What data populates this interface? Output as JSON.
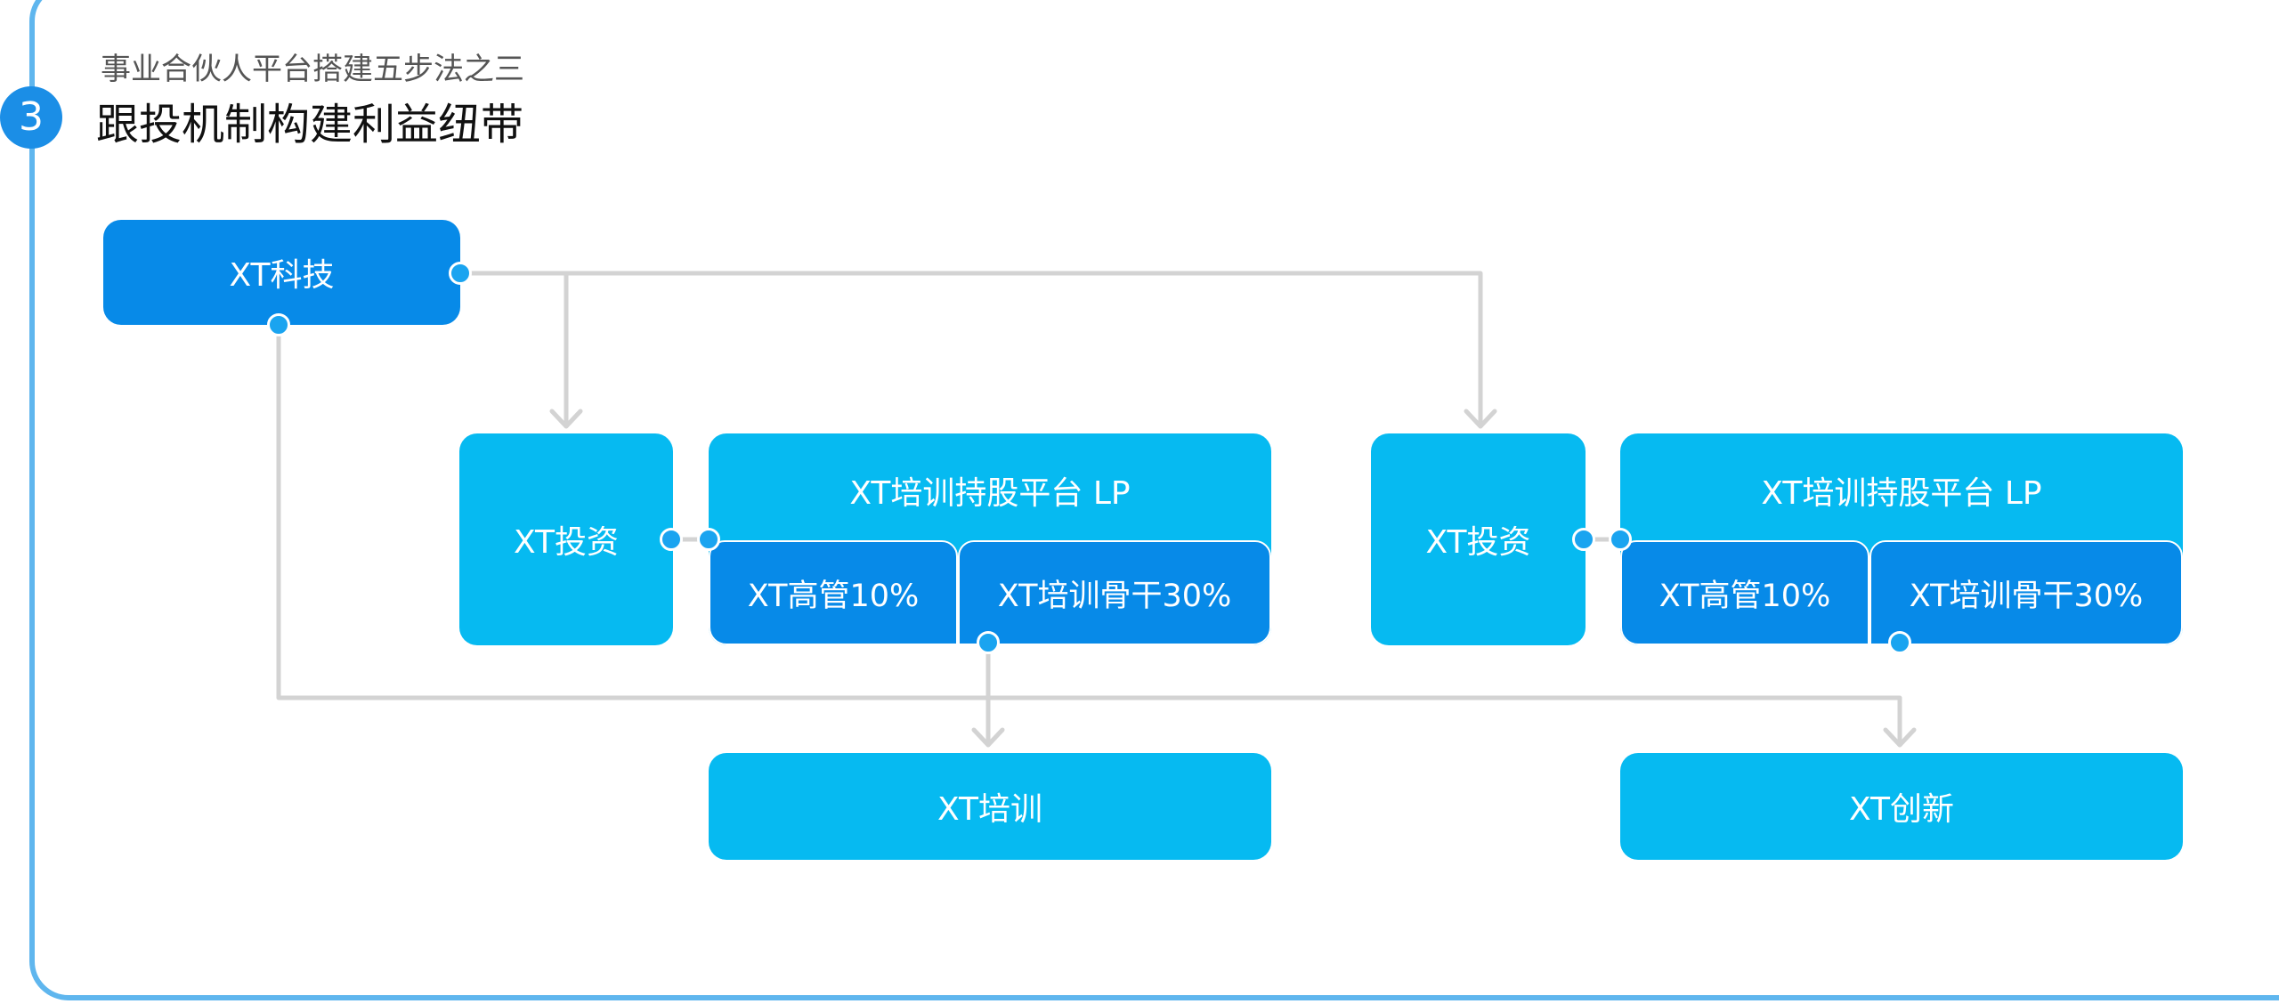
{
  "header": {
    "step_number": "3",
    "subtitle": "事业合伙人平台搭建五步法之三",
    "title": "跟投机制构建利益纽带"
  },
  "nodes": {
    "root": "XT科技",
    "invest_left": "XT投资",
    "invest_right": "XT投资",
    "platform_left": {
      "title": "XT培训持股平台 LP",
      "exec": "XT高管10%",
      "backbone": "XT培训骨干30%"
    },
    "platform_right": {
      "title": "XT培训持股平台 LP",
      "exec": "XT高管10%",
      "backbone": "XT培训骨干30%"
    },
    "training": "XT培训",
    "innovation": "XT创新"
  },
  "colors": {
    "dark_blue": "#078ae8",
    "light_blue": "#06baf1",
    "connector": "#d3d3d3",
    "frame": "#5fb6ee"
  }
}
